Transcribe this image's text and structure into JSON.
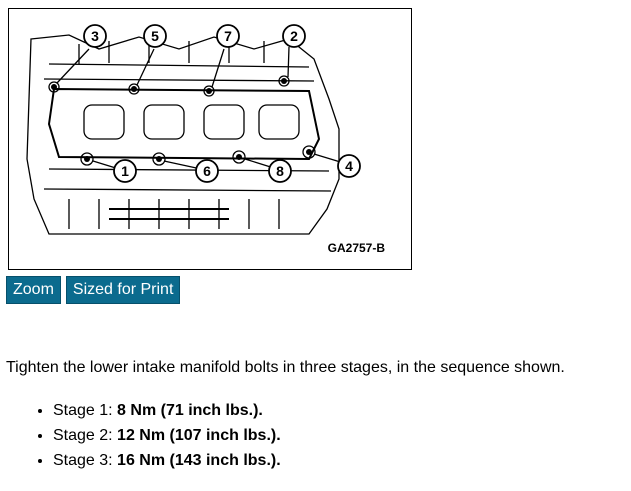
{
  "figure": {
    "code": "GA2757-B",
    "callouts": [
      "3",
      "5",
      "7",
      "2",
      "1",
      "6",
      "8",
      "4"
    ]
  },
  "buttons": {
    "zoom": "Zoom",
    "print": "Sized for Print"
  },
  "instruction": "Tighten the lower intake manifold bolts in three stages, in the sequence shown.",
  "stages": [
    {
      "label": "Stage 1: ",
      "value": "8 Nm (71 inch lbs.)."
    },
    {
      "label": "Stage 2: ",
      "value": "12 Nm (107 inch lbs.)."
    },
    {
      "label": "Stage 3: ",
      "value": "16 Nm (143 inch lbs.)."
    }
  ],
  "colors": {
    "button_bg": "#0b6b8e",
    "button_text": "#ffffff"
  }
}
